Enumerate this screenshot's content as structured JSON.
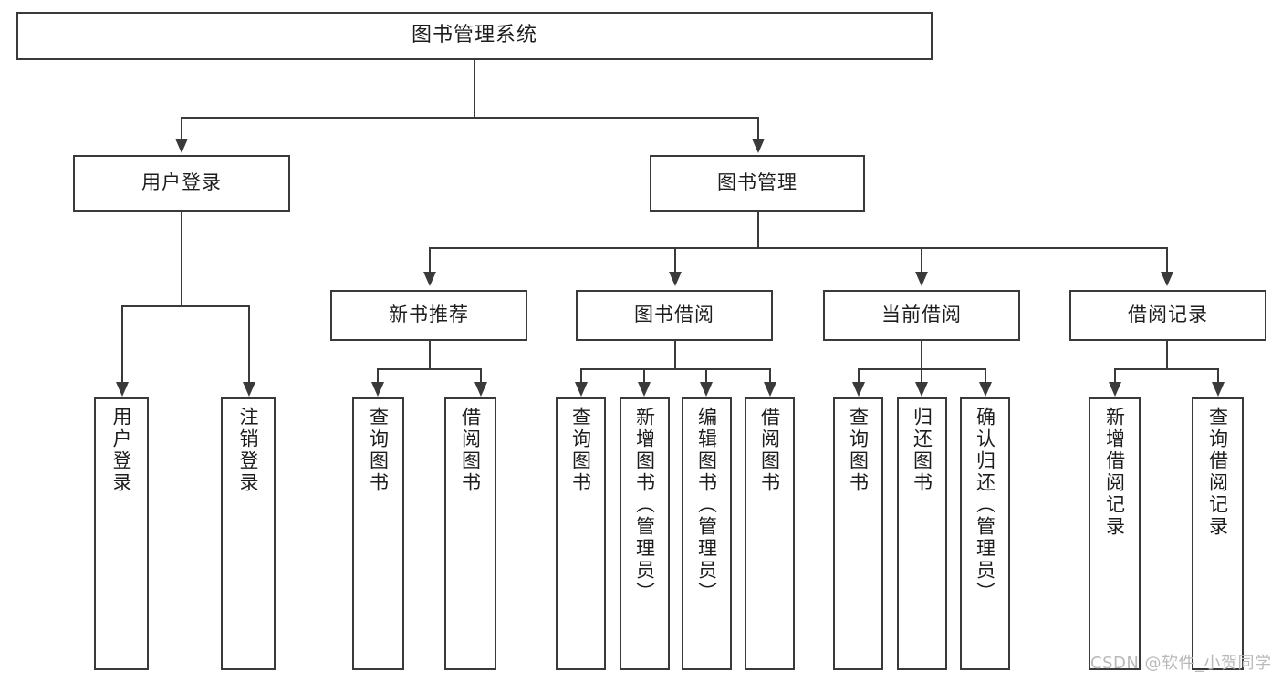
{
  "diagram": {
    "title": "图书管理系统",
    "type": "tree-diagram",
    "watermark": "CSDN @软件_小贺同学",
    "colors": {
      "line": "#3a3a3a",
      "box_fill": "#ffffff",
      "text": "#1d1d1d",
      "watermark": "#b9b9b9"
    }
  },
  "nodes": {
    "root": {
      "label": "图书管理系统"
    },
    "level1": [
      {
        "id": "user-login",
        "label": "用户登录"
      },
      {
        "id": "book-manage",
        "label": "图书管理"
      }
    ],
    "level2": [
      {
        "id": "new-book-recommend",
        "label": "新书推荐"
      },
      {
        "id": "book-borrow",
        "label": "图书借阅"
      },
      {
        "id": "current-borrow",
        "label": "当前借阅"
      },
      {
        "id": "borrow-record",
        "label": "借阅记录"
      }
    ],
    "leaves": {
      "user-login": [
        {
          "id": "leaf-user-login",
          "label": "用户登录"
        },
        {
          "id": "leaf-logout-login",
          "label": "注销登录"
        }
      ],
      "new-book-recommend": [
        {
          "id": "leaf-query-book-1",
          "label": "查询图书"
        },
        {
          "id": "leaf-borrow-book-1",
          "label": "借阅图书"
        }
      ],
      "book-borrow": [
        {
          "id": "leaf-query-book-2",
          "label": "查询图书"
        },
        {
          "id": "leaf-add-book",
          "label": "新增图书（管理员）"
        },
        {
          "id": "leaf-edit-book",
          "label": "编辑图书（管理员）"
        },
        {
          "id": "leaf-borrow-book-2",
          "label": "借阅图书"
        }
      ],
      "current-borrow": [
        {
          "id": "leaf-query-book-3",
          "label": "查询图书"
        },
        {
          "id": "leaf-return-book",
          "label": "归还图书"
        },
        {
          "id": "leaf-confirm-return",
          "label": "确认归还（管理员）"
        }
      ],
      "borrow-record": [
        {
          "id": "leaf-add-record",
          "label": "新增借阅记录"
        },
        {
          "id": "leaf-query-record",
          "label": "查询借阅记录"
        }
      ]
    }
  }
}
